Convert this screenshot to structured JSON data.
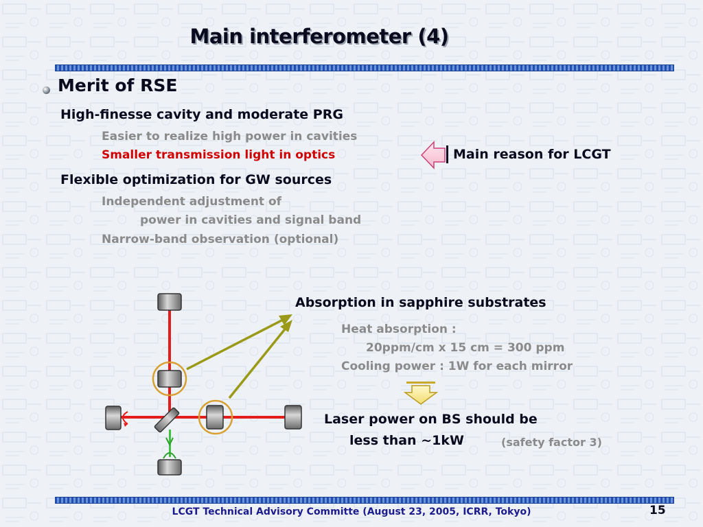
{
  "slide": {
    "title": "Main interferometer (4)",
    "bullet": "Merit of RSE",
    "point1": "High-finesse cavity and moderate PRG",
    "point1_sub1": "Easier to realize high power in cavities",
    "point1_sub2": "Smaller transmission light in optics",
    "reason": "Main reason for LCGT",
    "point2": "Flexible optimization for GW sources",
    "point2_sub1a": "Independent adjustment of",
    "point2_sub1b": "power in cavities and signal band",
    "point2_sub2": "Narrow-band observation (optional)",
    "absorption_title": "Absorption in sapphire substrates",
    "heat_line1": "Heat absorption :",
    "heat_line2": "20ppm/cm x 15 cm = 300 ppm",
    "heat_line3": "Cooling power : 1W for each mirror",
    "laser_line1": "Laser power on BS should be",
    "laser_line2": "less than ~1kW",
    "safety": "(safety factor 3)"
  },
  "footer": {
    "text": "LCGT  Technical Advisory Committe (August 23, 2005, ICRR, Tokyo)",
    "page_number": "15"
  },
  "colors": {
    "heading": "#0a0a1e",
    "subtext": "#8a8a8a",
    "highlight": "#d00000",
    "laser_beam": "#e41c1c",
    "arrow": "#9a9a18",
    "circle": "#d8a030",
    "footer": "#1c1c8c"
  }
}
